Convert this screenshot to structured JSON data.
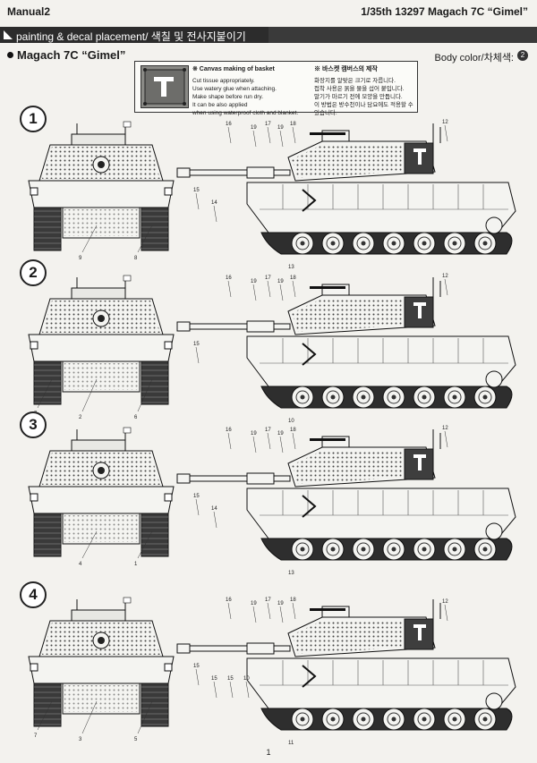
{
  "header": {
    "manual_label": "Manual2",
    "product_title": "1/35th 13297 Magach 7C “Gimel”",
    "section_bar": "painting & decal placement/ 색칠 및 전사지붙이기"
  },
  "model_name": "Magach 7C “Gimel”",
  "body_color": {
    "label": "Body color/차체색:",
    "badge": "2"
  },
  "canvas_note": {
    "title_en": "※ Canvas making of basket",
    "lines_en": [
      "Cut tissue appropriately.",
      "Use watery glue when attaching.",
      "Make shape before run dry.",
      "It can be also applied",
      "when using waterproof cloth and blanket."
    ],
    "title_ko": "※ 바스켓 캠버스의 제작",
    "lines_ko": [
      "화장지를 알맞은 크기로 자릅니다.",
      "접착 사용은 묽을 물을 섭어 붙입니다.",
      "말기가 마르기 전에 모양을 만듭니다.",
      "이 방법은 방수천이나 담요에도 적용할 수 있습니다."
    ]
  },
  "variants": [
    {
      "step": "1",
      "front_callouts": [
        "9",
        "8"
      ],
      "side_callouts": [
        "16",
        "19",
        "17",
        "19",
        "18",
        "15",
        "14",
        "13",
        "12"
      ]
    },
    {
      "step": "2",
      "front_callouts": [
        "7",
        "2",
        "6"
      ],
      "side_callouts": [
        "16",
        "19",
        "17",
        "19",
        "18",
        "15",
        "10",
        "12"
      ]
    },
    {
      "step": "3",
      "front_callouts": [
        "4",
        "1"
      ],
      "side_callouts": [
        "16",
        "19",
        "17",
        "19",
        "18",
        "15",
        "14",
        "13",
        "12"
      ]
    },
    {
      "step": "4",
      "front_callouts": [
        "7",
        "3",
        "5"
      ],
      "side_callouts": [
        "16",
        "19",
        "17",
        "19",
        "18",
        "15",
        "15",
        "15",
        "10",
        "11",
        "12"
      ]
    }
  ],
  "page_number": "1"
}
